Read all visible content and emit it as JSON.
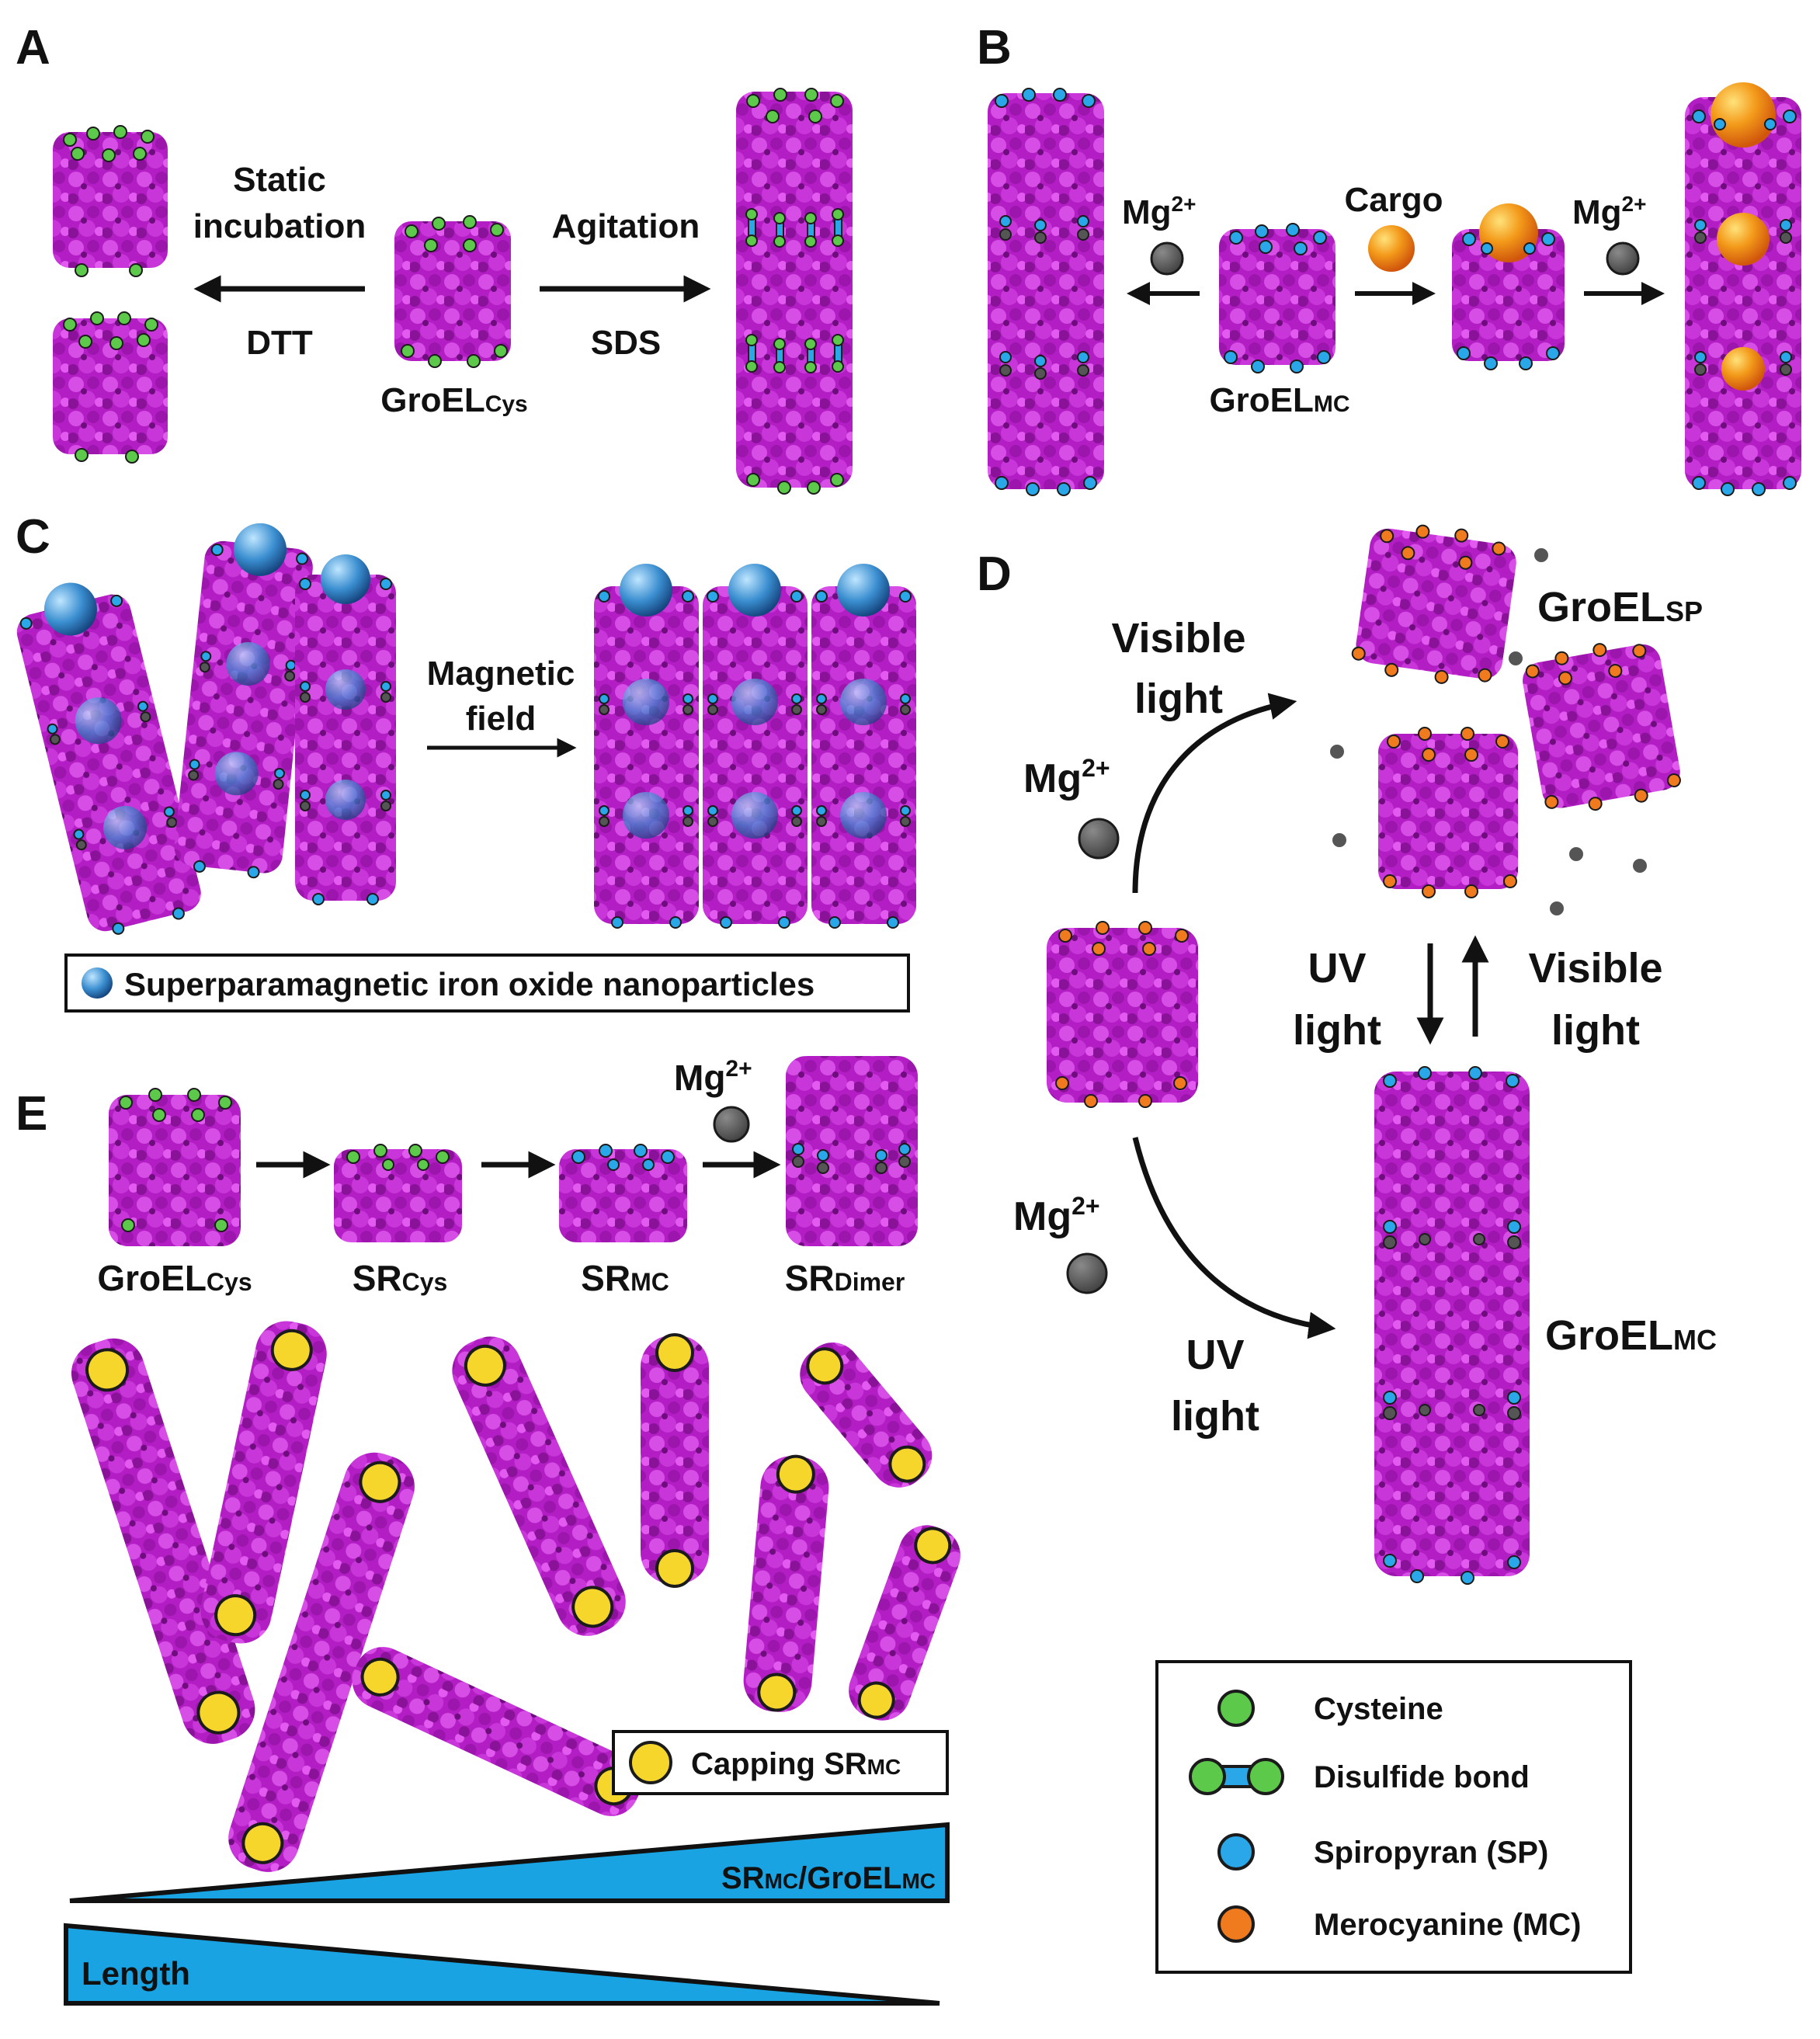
{
  "colors": {
    "protein": "#b21ec4",
    "protein_dark": "#7a0d8a",
    "protein_light": "#d64ee6",
    "cysteine": "#5cc94a",
    "spiropyran": "#2aa7e8",
    "merocyanine": "#f07a1e",
    "magnesium": "#555555",
    "cargo": "#f39a1a",
    "iron_oxide": "#3a8ed0",
    "capping": "#f7d62b",
    "wedge": "#1aa3e3"
  },
  "panel_a": {
    "letter": "A",
    "left_label": [
      "Static",
      "incubation"
    ],
    "left_sub": "DTT",
    "right_label": "Agitation",
    "right_sub": "SDS",
    "center_label": "GroEL",
    "center_sub": "Cys"
  },
  "panel_b": {
    "letter": "B",
    "mg_left": "Mg",
    "cargo": "Cargo",
    "mg_right": "Mg",
    "sup": "2+",
    "center_label": "GroEL",
    "center_sub": "MC"
  },
  "panel_c": {
    "letter": "C",
    "field_label": [
      "Magnetic",
      "field"
    ],
    "legend": "Superparamagnetic iron oxide nanoparticles"
  },
  "panel_d": {
    "letter": "D",
    "visible_light_top": [
      "Visible",
      "light"
    ],
    "mg_top": "Mg",
    "mg_bottom": "Mg",
    "sup": "2+",
    "uv_center": [
      "UV",
      "light"
    ],
    "visible_center": [
      "Visible",
      "light"
    ],
    "uv_bottom": [
      "UV",
      "light"
    ],
    "sp_label": "GroEL",
    "sp_sub": "SP",
    "mc_label": "GroEL",
    "mc_sub": "MC"
  },
  "panel_e": {
    "letter": "E",
    "mg": "Mg",
    "sup": "2+",
    "stages": [
      {
        "label": "GroEL",
        "sub": "Cys"
      },
      {
        "label": "SR",
        "sub": "Cys"
      },
      {
        "label": "SR",
        "sub": "MC"
      },
      {
        "label": "SR",
        "sub": "Dimer"
      }
    ],
    "capping_label": "Capping SR",
    "capping_sub": "MC",
    "ratio_label": "SR",
    "ratio_sub1": "MC",
    "ratio_mid": "/GroEL",
    "ratio_sub2": "MC",
    "length_label": "Length"
  },
  "legend": {
    "items": [
      {
        "label": "Cysteine",
        "icon": "cysteine-icon"
      },
      {
        "label": "Disulfide bond",
        "icon": "disulfide-icon"
      },
      {
        "label": "Spiropyran (SP)",
        "icon": "spiropyran-icon"
      },
      {
        "label": "Merocyanine (MC)",
        "icon": "merocyanine-icon"
      }
    ]
  }
}
